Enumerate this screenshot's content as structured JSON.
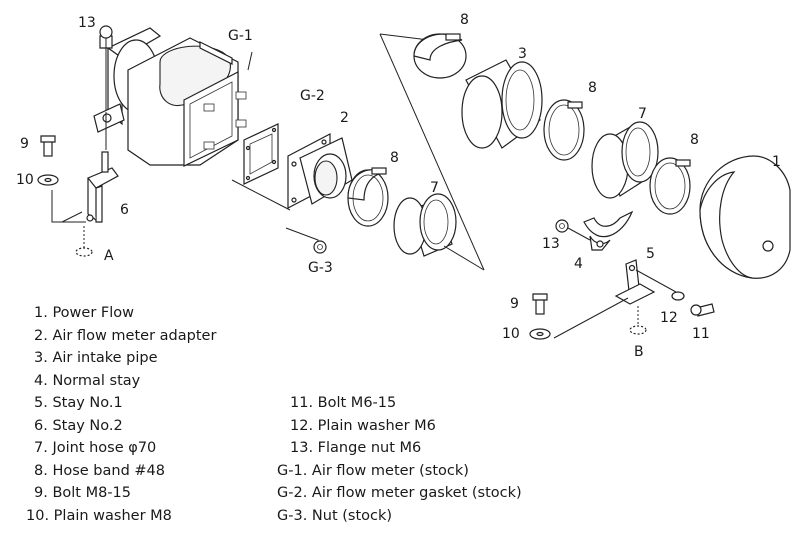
{
  "callouts": {
    "c13a": "13",
    "cG1": "G-1",
    "cG2": "G-2",
    "c2": "2",
    "c8a": "8",
    "c3": "3",
    "c8b": "8",
    "c7a": "7",
    "c8c": "8",
    "c1": "1",
    "c9a": "9",
    "c10a": "10",
    "c6": "6",
    "cA": "A",
    "c8d": "8",
    "c7b": "7",
    "cG3": "G-3",
    "c13b": "13",
    "c4": "4",
    "c5": "5",
    "c9b": "9",
    "c12": "12",
    "c10b": "10",
    "c11": "11",
    "cB": "B"
  },
  "parts_list": {
    "left": [
      "1. Power Flow",
      "2. Air flow meter adapter",
      "3. Air intake pipe",
      "4. Normal stay",
      "5. Stay No.1",
      "6. Stay No.2",
      "7. Joint hose  φ70",
      "8. Hose band  #48",
      "9. Bolt  M8-15",
      "10. Plain washer  M8"
    ],
    "right": [
      "11. Bolt  M6-15",
      "12. Plain washer  M6",
      "13. Flange nut  M6",
      "G-1. Air flow meter (stock)",
      "G-2. Air flow meter gasket (stock)",
      "G-3. Nut (stock)"
    ]
  }
}
